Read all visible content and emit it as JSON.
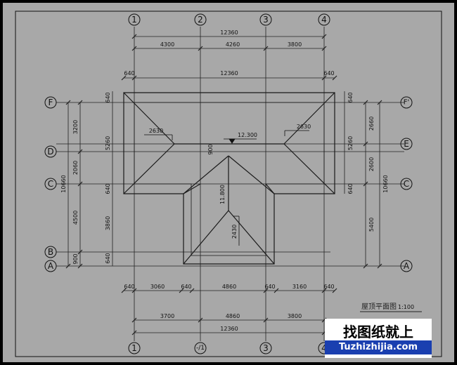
{
  "title": "屋顶平面图",
  "scale": "1:100",
  "watermark": {
    "cn": "找图纸就上",
    "en": "Tuzhizhijia.com"
  },
  "colors": {
    "paper": "#a8a8a8",
    "frame": "#000000",
    "line": "#1a1a1a"
  },
  "axes_top": [
    "1",
    "2",
    "3",
    "4"
  ],
  "axes_bottom": [
    "1",
    "-/1",
    "3",
    "4"
  ],
  "axes_left": [
    "F",
    "D",
    "C",
    "B",
    "A"
  ],
  "axes_right": [
    "F'",
    "E",
    "C",
    "A"
  ],
  "dims": {
    "top_total": "12360",
    "top_1": "4300",
    "top_2": "4260",
    "top_3": "3800",
    "eave_l": "640",
    "eave_total": "12360",
    "eave_r": "640",
    "bot_640a": "640",
    "bot_3060": "3060",
    "bot_640b": "640",
    "bot_4860": "4860",
    "bot_640c": "640",
    "bot_3160": "3160",
    "bot_640d": "640",
    "bot2_1": "3700",
    "bot2_2": "4860",
    "bot2_3": "3800",
    "bot_total": "12360",
    "left_total": "10660",
    "left_3200": "3200",
    "left_2060": "2060",
    "left_4500": "4500",
    "left_900": "900",
    "left2_640a": "640",
    "left2_5260": "5260",
    "left2_640b": "640",
    "left2_3860": "3860",
    "left2_640c": "640",
    "right_total": "10660",
    "right_2660": "2660",
    "right_2600": "2600",
    "right_5400": "5400",
    "right2_640a": "640",
    "right2_5260": "5260",
    "right2_640b": "640"
  },
  "notes": {
    "slope_l": "2630",
    "slope_r": "2630",
    "slope_c": "2430",
    "elev_top": "12.300",
    "elev_mid": "11.800",
    "gap": "900"
  }
}
